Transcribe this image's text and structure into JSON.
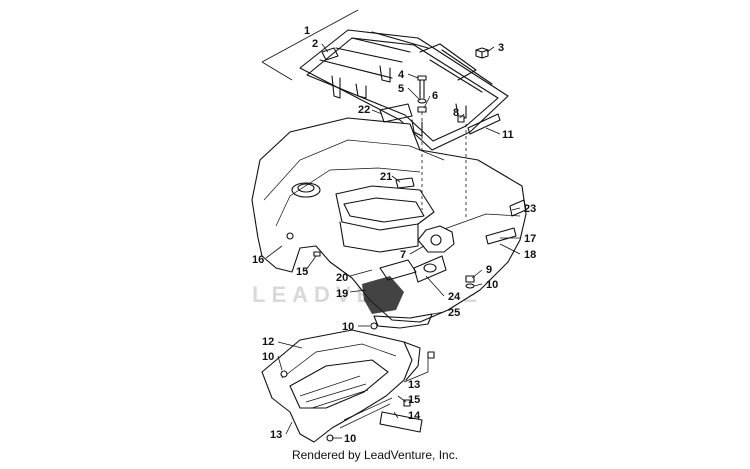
{
  "callouts": {
    "c1": "1",
    "c2": "2",
    "c3": "3",
    "c4": "4",
    "c5": "5",
    "c6": "6",
    "c7": "7",
    "c8": "8",
    "c9": "9",
    "c10a": "10",
    "c10b": "10",
    "c10c": "10",
    "c10d": "10",
    "c11": "11",
    "c12": "12",
    "c13a": "13",
    "c13b": "13",
    "c14": "14",
    "c15a": "15",
    "c15b": "15",
    "c16": "16",
    "c17": "17",
    "c18": "18",
    "c19": "19",
    "c20": "20",
    "c21": "21",
    "c22": "22",
    "c23": "23",
    "c24": "24",
    "c25": "25"
  },
  "watermark": "LEADVENTURE",
  "footer": "Rendered by LeadVenture, Inc."
}
